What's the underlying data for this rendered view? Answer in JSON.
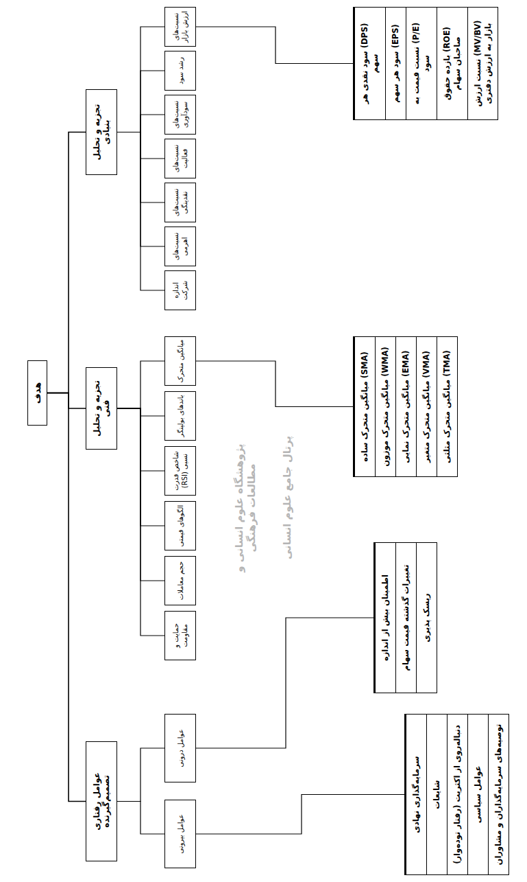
{
  "diagram": {
    "nodes": [
      {
        "text": [
          "هدف"
        ]
      },
      {
        "text": [
          "تجزیه و تحلیل بنیادی"
        ]
      },
      {
        "text": [
          "تجزیه و تحلیل فنی"
        ]
      },
      {
        "text": [
          "عوامل رفتاری تصمیم‌گیرنده"
        ]
      },
      {
        "text": [
          "نسبت‌های ارزش بازار"
        ]
      },
      {
        "text": [
          "رشد سود"
        ]
      },
      {
        "text": [
          "نسبت‌های سودآوری"
        ]
      },
      {
        "text": [
          "نسبت‌های فعالیت"
        ]
      },
      {
        "text": [
          "نسبت‌های نقدینگی"
        ]
      },
      {
        "text": [
          "نسبت‌های اهرمی"
        ]
      },
      {
        "text": [
          "اندازه شرکت"
        ]
      },
      {
        "text": [
          "(DPS) سود نقدی هر سهم",
          "(EPS) سود هر سهم",
          "(P/E) نسبت قیمت به سود",
          "(ROE) بازده حقوق صاحبان سهام",
          "(MV/BV) نسبت ارزش بازار به ارزش دفتری"
        ]
      },
      {
        "text": [
          "میانگین متحرک"
        ]
      },
      {
        "text": [
          "باندهای بولینگر"
        ]
      },
      {
        "text": [
          "شاخص قدرت نسبی (RSI)"
        ]
      },
      {
        "text": [
          "الگوهای قیمتی"
        ]
      },
      {
        "text": [
          "حجم معاملات"
        ]
      },
      {
        "text": [
          "حمایت و مقاومت"
        ]
      },
      {
        "text": [
          "(SMA) میانگین متحرک ساده",
          "(WMA) میانگین متحرک موزون",
          "(EMA) میانگین متحرک نمایی",
          "(VMA) میانگین متحرک متغیر",
          "(TMA) میانگین متحرک مثلثی"
        ]
      },
      {
        "text": [
          "عوامل درونی"
        ]
      },
      {
        "text": [
          "عوامل بیرونی"
        ]
      },
      {
        "text": [
          "اطمینان بیش از اندازه",
          "تغییرات گذشته قیمت سهام",
          "ریسک پذیری"
        ]
      },
      {
        "text": [
          "سرمایه‌گذاری نهادی",
          "شایعات",
          "دنباله‌روی از اکثریت (رفتار توده‌وار)",
          "عوامل سیاسی",
          "توصیه‌های سرمایه‌گذاران و مشاوران"
        ]
      }
    ],
    "edges": [
      {
        "from": 0,
        "to": 1,
        "arrow": "none"
      },
      {
        "from": 0,
        "to": 2,
        "arrow": "none"
      },
      {
        "from": 0,
        "to": 3,
        "arrow": "none"
      },
      {
        "from": 1,
        "to": 4,
        "arrow": "none"
      },
      {
        "from": 1,
        "to": 5,
        "arrow": "none"
      },
      {
        "from": 1,
        "to": 6,
        "arrow": "none"
      },
      {
        "from": 1,
        "to": 7,
        "arrow": "none"
      },
      {
        "from": 1,
        "to": 8,
        "arrow": "none"
      },
      {
        "from": 1,
        "to": 9,
        "arrow": "none"
      },
      {
        "from": 1,
        "to": 10,
        "arrow": "none"
      },
      {
        "from": 4,
        "to": 11,
        "arrow": "none"
      },
      {
        "from": 2,
        "to": 12,
        "arrow": "none"
      },
      {
        "from": 2,
        "to": 13,
        "arrow": "none"
      },
      {
        "from": 2,
        "to": 14,
        "arrow": "none"
      },
      {
        "from": 2,
        "to": 15,
        "arrow": "none"
      },
      {
        "from": 2,
        "to": 16,
        "arrow": "none"
      },
      {
        "from": 2,
        "to": 17,
        "arrow": "none"
      },
      {
        "from": 12,
        "to": 18,
        "arrow": "none"
      },
      {
        "from": 3,
        "to": 19,
        "arrow": "none"
      },
      {
        "from": 3,
        "to": 20,
        "arrow": "none"
      },
      {
        "from": 19,
        "to": 21,
        "arrow": "none"
      },
      {
        "from": 20,
        "to": 22,
        "arrow": "none"
      }
    ],
    "labels": [
      "پژوهشگاه علوم انسانی و مطالعات فرهنگی",
      "پرتال جامع علوم انسانی"
    ]
  }
}
